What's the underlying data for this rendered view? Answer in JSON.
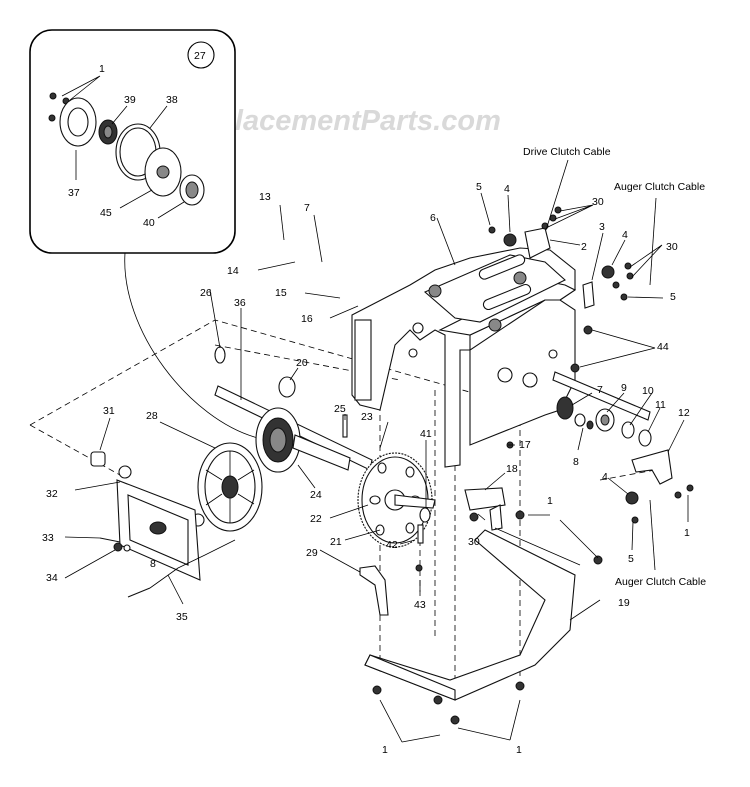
{
  "watermark": "eReplacementParts.com",
  "inset_number": "27",
  "callouts": {
    "c1a": "1",
    "c39": "39",
    "c38": "38",
    "c37": "37",
    "c45": "45",
    "c40": "40",
    "c13": "13",
    "c7a": "7",
    "c14": "14",
    "c15": "15",
    "c16": "16",
    "c26": "26",
    "c36": "36",
    "c20": "20",
    "c31": "31",
    "c28": "28",
    "c25": "25",
    "c23": "23",
    "c41": "41",
    "c17": "17",
    "c18": "18",
    "c32": "32",
    "c24": "24",
    "c22": "22",
    "c21": "21",
    "c42": "42",
    "c30c": "30",
    "c1c": "1",
    "c33": "33",
    "c8a": "8",
    "c34": "34",
    "c35": "35",
    "c29": "29",
    "c43": "43",
    "c19": "19",
    "c1d": "1",
    "c1e": "1",
    "c5a": "5",
    "c4a": "4",
    "c30a": "30",
    "c6": "6",
    "c2": "2",
    "c3": "3",
    "c4b": "4",
    "c30b": "30",
    "c5b": "5",
    "c44": "44",
    "c7b": "7",
    "c9": "9",
    "c10": "10",
    "c11": "11",
    "c12": "12",
    "c8b": "8",
    "c4c": "4",
    "c1b": "1",
    "c5c": "5"
  },
  "cables": {
    "drive_clutch": "Drive Clutch Cable",
    "auger_clutch_top": "Auger Clutch Cable",
    "auger_clutch_bottom": "Auger Clutch Cable"
  }
}
